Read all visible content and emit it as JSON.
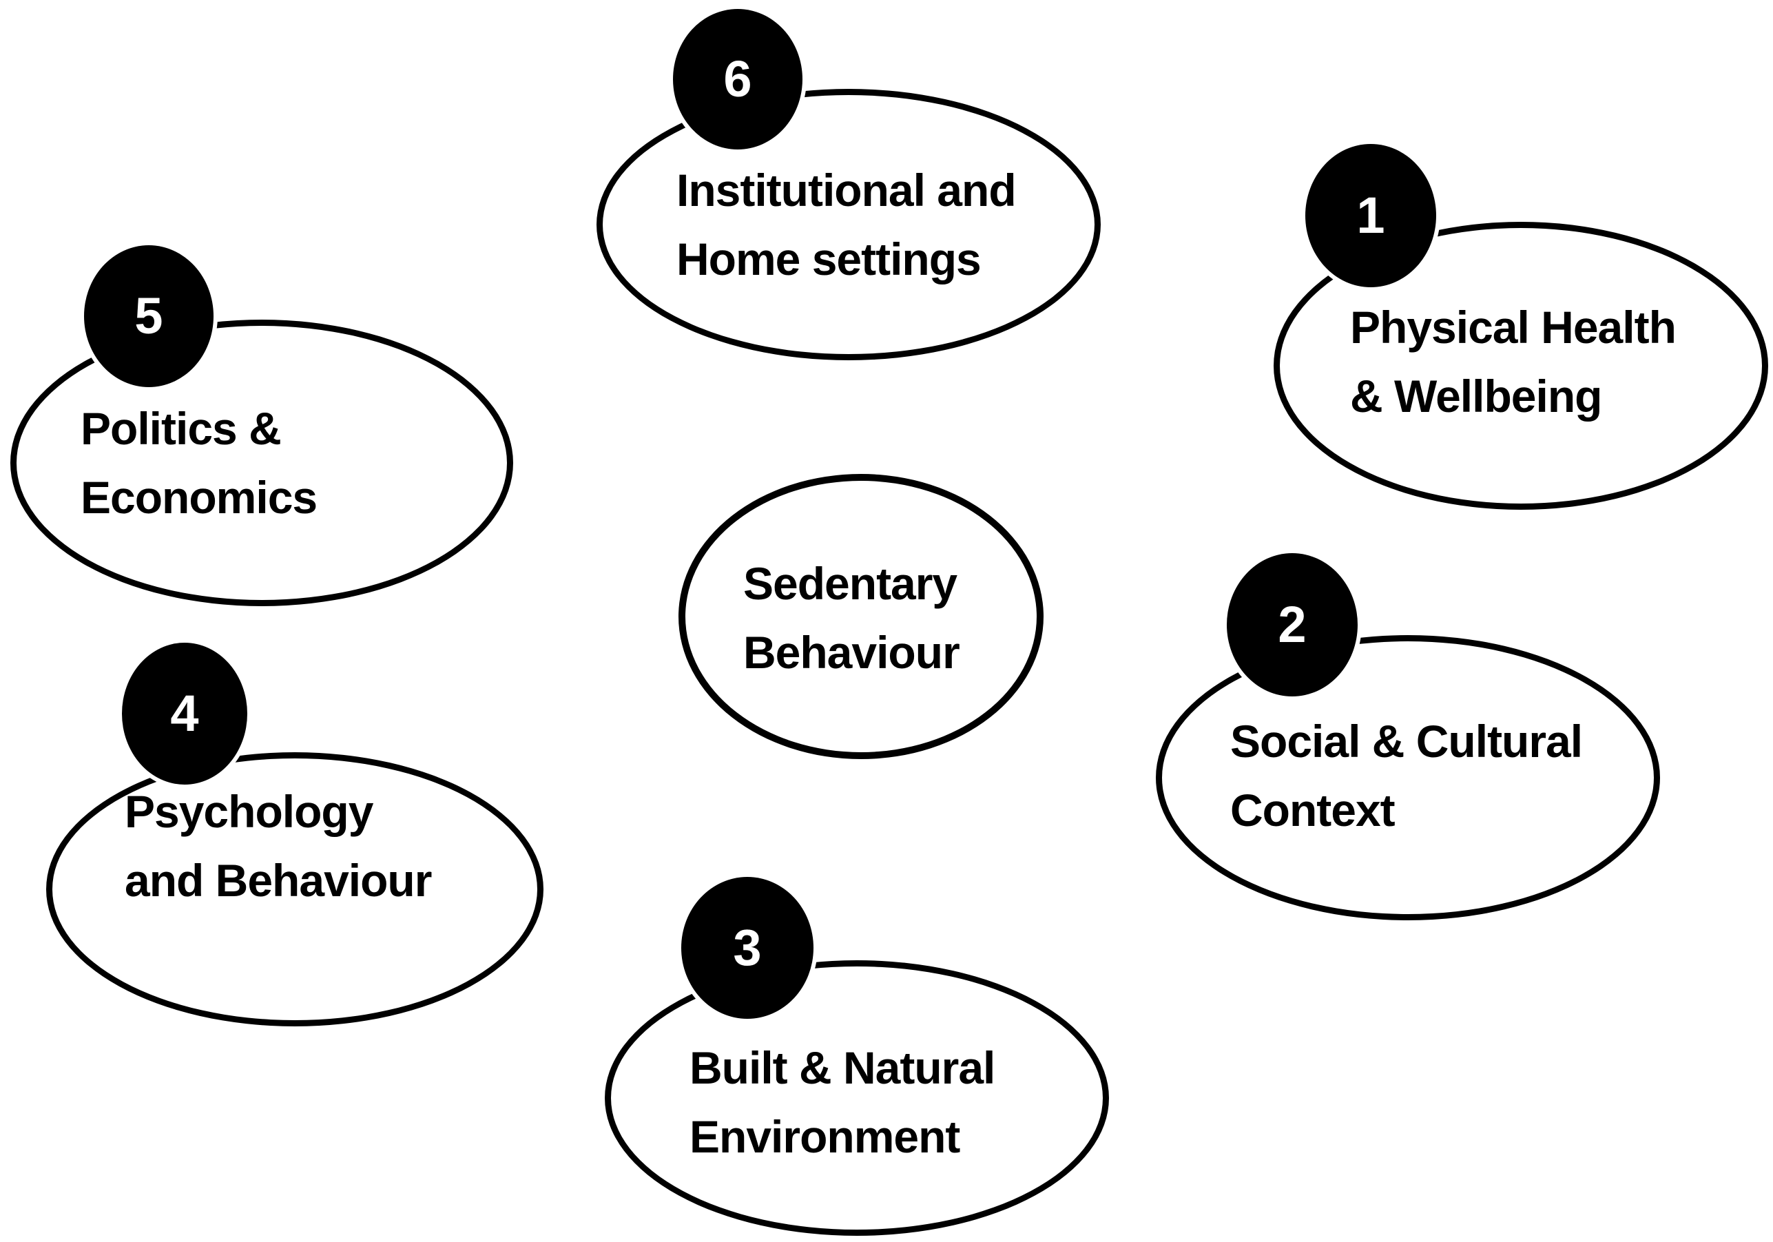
{
  "figure": {
    "type": "concept-map",
    "description": "Seven ellipse nodes: a central unnumbered node surrounded by six numbered factor nodes",
    "colors": {
      "background": "#ffffff",
      "ellipse_stroke": "#000000",
      "label_text": "#000000",
      "badge_fill": "#000000",
      "badge_text": "#ffffff"
    }
  },
  "nodes": [
    {
      "id": "sedentary-behaviour",
      "number": null,
      "lines": [
        "Sedentary",
        "Behaviour"
      ]
    },
    {
      "id": "physical-health",
      "number": "1",
      "lines": [
        "Physical Health",
        "& Wellbeing"
      ]
    },
    {
      "id": "social-cultural",
      "number": "2",
      "lines": [
        "Social & Cultural",
        "Context"
      ]
    },
    {
      "id": "built-natural",
      "number": "3",
      "lines": [
        "Built & Natural",
        "Environment"
      ]
    },
    {
      "id": "psychology-behaviour",
      "number": "4",
      "lines": [
        "Psychology",
        "and Behaviour"
      ]
    },
    {
      "id": "politics-economics",
      "number": "5",
      "lines": [
        "Politics &",
        "Economics"
      ]
    },
    {
      "id": "institutional-home",
      "number": "6",
      "lines": [
        "Institutional and",
        "Home settings"
      ]
    }
  ]
}
